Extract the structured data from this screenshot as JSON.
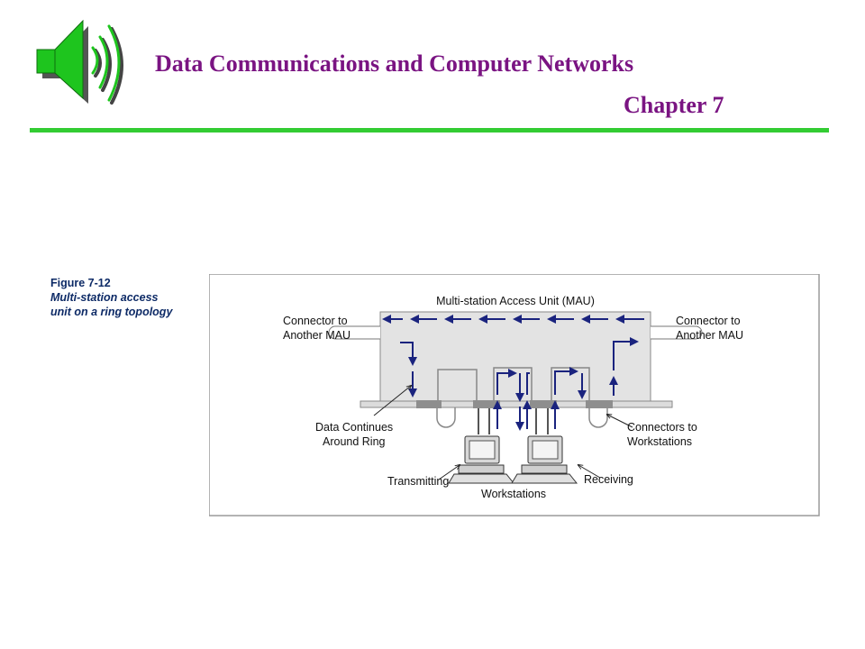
{
  "header": {
    "title": "Data Communications and Computer Networks",
    "chapter": "Chapter 7"
  },
  "speaker_icon": "speaker-sound-icon",
  "colors": {
    "title": "#7a1482",
    "rule": "#33cc33",
    "speaker": "#1ec51e",
    "arrow": "#1a237e",
    "caption": "#0d2a66"
  },
  "figure": {
    "number": "Figure 7-12",
    "description": [
      "Multi-station access",
      "unit on a ring topology"
    ],
    "labels": {
      "mau": "Multi-station Access Unit (MAU)",
      "connector_left": [
        "Connector to",
        "Another MAU"
      ],
      "connector_right": [
        "Connector to",
        "Another MAU"
      ],
      "data_continues": [
        "Data Continues",
        "Around Ring"
      ],
      "connectors_to_ws": [
        "Connectors to",
        "Workstations"
      ],
      "transmitting": "Transmitting",
      "receiving": "Receiving",
      "workstations": "Workstations"
    }
  }
}
